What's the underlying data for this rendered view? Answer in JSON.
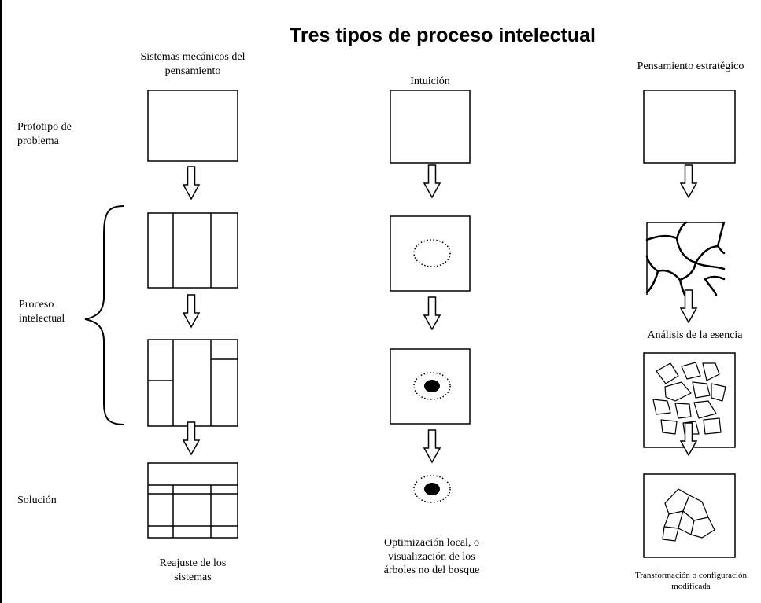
{
  "title": "Tres tipos de proceso intelectual",
  "columns": [
    {
      "header": "Sistemas mecánicos del pensamiento",
      "caption": "Reajuste de los sistemas"
    },
    {
      "header": "Intuición",
      "caption": "Optimización local, o visualización de los árboles no del bosque"
    },
    {
      "header": "Pensamiento estratégico",
      "sub_label": "Análisis de la esencia",
      "caption": "Transformación o configuración modificada"
    }
  ],
  "row_labels": {
    "problem": "Prototipo de problema",
    "process": "Proceso intelectual",
    "solution": "Solución"
  }
}
